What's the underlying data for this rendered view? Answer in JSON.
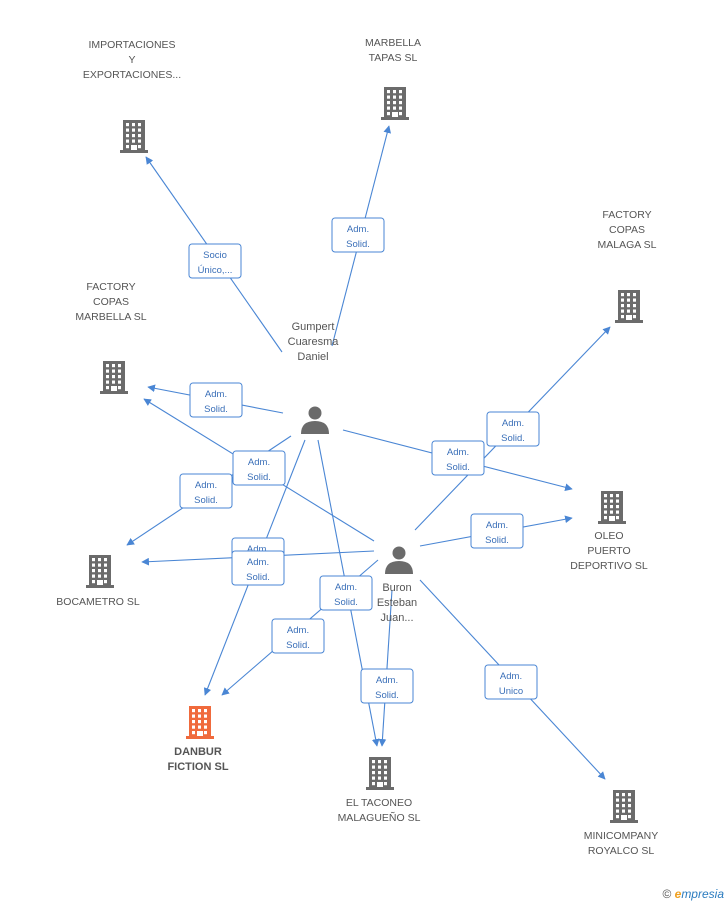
{
  "colors": {
    "edge": "#4a86d4",
    "building": "#6b6b6b",
    "focus_building": "#f06a3c",
    "person": "#6b6b6b"
  },
  "companies": [
    {
      "id": "importaciones",
      "lines": [
        "IMPORTACIONES",
        "Y",
        "EXPORTACIONES..."
      ],
      "focus": false
    },
    {
      "id": "marbella-tapas",
      "lines": [
        "MARBELLA",
        "TAPAS  SL"
      ],
      "focus": false
    },
    {
      "id": "factory-copas-malaga",
      "lines": [
        "FACTORY",
        "COPAS",
        "MALAGA SL"
      ],
      "focus": false
    },
    {
      "id": "factory-copas-marbella",
      "lines": [
        "FACTORY",
        "COPAS",
        "MARBELLA SL"
      ],
      "focus": false
    },
    {
      "id": "oleo-puerto",
      "lines": [
        "OLEO",
        "PUERTO",
        "DEPORTIVO SL"
      ],
      "focus": false
    },
    {
      "id": "bocametro",
      "lines": [
        "BOCAMETRO  SL"
      ],
      "focus": false
    },
    {
      "id": "danbur",
      "lines": [
        "DANBUR",
        "FICTION SL"
      ],
      "focus": true
    },
    {
      "id": "el-taconeo",
      "lines": [
        "EL TACONEO",
        "MALAGUEÑO SL"
      ],
      "focus": false
    },
    {
      "id": "minicompany",
      "lines": [
        "MINICOMPANY",
        "ROYALCO SL"
      ],
      "focus": false
    }
  ],
  "persons": [
    {
      "id": "gumpert",
      "lines": [
        "Gumpert",
        "Cuaresma",
        "Daniel"
      ]
    },
    {
      "id": "buron",
      "lines": [
        "Buron",
        "Esteban",
        "Juan..."
      ]
    }
  ],
  "relations": [
    {
      "from": "gumpert",
      "to": "importaciones",
      "lines": [
        "Socio",
        "Único,..."
      ]
    },
    {
      "from": "gumpert",
      "to": "marbella-tapas",
      "lines": [
        "Adm.",
        "Solid."
      ]
    },
    {
      "from": "gumpert",
      "to": "factory-copas-marbella",
      "lines": [
        "Adm.",
        "Solid."
      ]
    },
    {
      "from": "gumpert",
      "to": "oleo-puerto",
      "lines": [
        "Adm.",
        "Solid."
      ]
    },
    {
      "from": "gumpert",
      "to": "bocametro",
      "lines": [
        "Adm.",
        "Solid."
      ]
    },
    {
      "from": "gumpert",
      "to": "danbur",
      "lines": [
        "Adm.",
        "Solid."
      ]
    },
    {
      "from": "gumpert",
      "to": "el-taconeo",
      "lines": [
        "Adm.",
        "Solid."
      ]
    },
    {
      "from": "buron",
      "to": "factory-copas-malaga",
      "lines": [
        "Adm.",
        "Solid."
      ]
    },
    {
      "from": "buron",
      "to": "factory-copas-marbella",
      "lines": [
        "Adm.",
        "Solid."
      ]
    },
    {
      "from": "buron",
      "to": "oleo-puerto",
      "lines": [
        "Adm.",
        "Solid."
      ]
    },
    {
      "from": "buron",
      "to": "bocametro",
      "lines": [
        "Adm.",
        "Solid."
      ]
    },
    {
      "from": "buron",
      "to": "danbur",
      "lines": [
        "Adm.",
        "Solid."
      ]
    },
    {
      "from": "buron",
      "to": "el-taconeo",
      "lines": [
        "Adm.",
        "Solid."
      ]
    },
    {
      "from": "buron",
      "to": "minicompany",
      "lines": [
        "Adm.",
        "Unico"
      ]
    }
  ],
  "footer": {
    "copyright": "©",
    "brand_initial": "e",
    "brand_rest": "mpresia"
  }
}
